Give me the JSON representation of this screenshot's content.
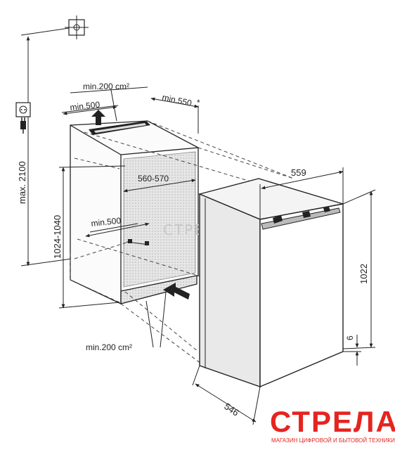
{
  "labels": {
    "vent_top_area": "min.200 cm²",
    "vent_top_depth": "min.500",
    "niche_depth": "min.550",
    "niche_depth_mark": "*",
    "niche_max_height": "max. 2100",
    "niche_width": "560-570",
    "niche_height": "1024-1040",
    "vent_bottom_depth": "min.500",
    "vent_bottom_area": "min.200 cm²",
    "appliance_width": "559",
    "appliance_height": "1022",
    "plinth_gap": "6",
    "appliance_depth": "546"
  },
  "watermark": "СТРЕЛА",
  "brand": {
    "name": "СТРЕЛА",
    "tagline": "МАГАЗИН ЦИФРОВОЙ И БЫТОВОЙ ТЕХНИКИ",
    "color": "#e52420"
  },
  "icons": [
    "ceiling-socket-icon",
    "wall-socket-icon",
    "power-plug-icon"
  ]
}
